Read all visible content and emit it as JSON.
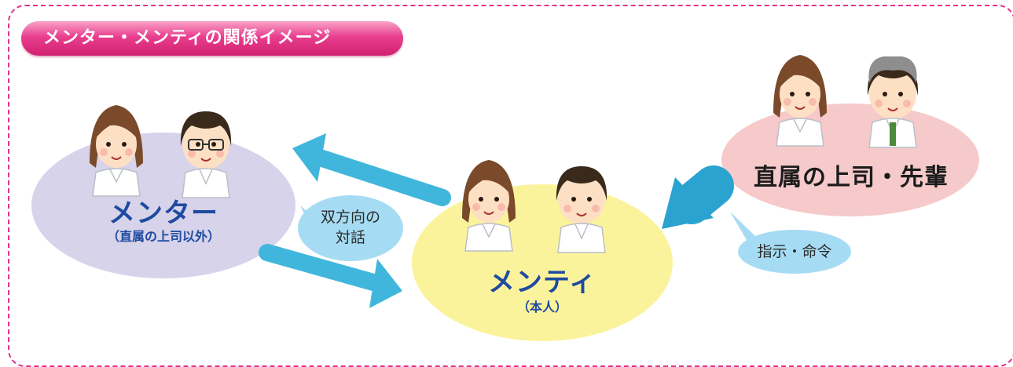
{
  "title": "メンター・メンティの関係イメージ",
  "mentor": {
    "name": "メンター",
    "note": "（直属の上司以外）"
  },
  "mentee": {
    "name": "メンティ",
    "note": "（本人）"
  },
  "boss": {
    "name": "直属の上司・先輩"
  },
  "bubbles": {
    "dialogue_line1": "双方向の",
    "dialogue_line2": "対話",
    "command": "指示・命令"
  },
  "colors": {
    "frame": "#e5318a",
    "mentor_bg": "#d6d3ea",
    "mentee_bg": "#fbf39c",
    "boss_bg": "#f6caca",
    "arrow": "#41b6dd",
    "bubble": "#a6dcf3",
    "text_blue": "#1f4aa0"
  }
}
